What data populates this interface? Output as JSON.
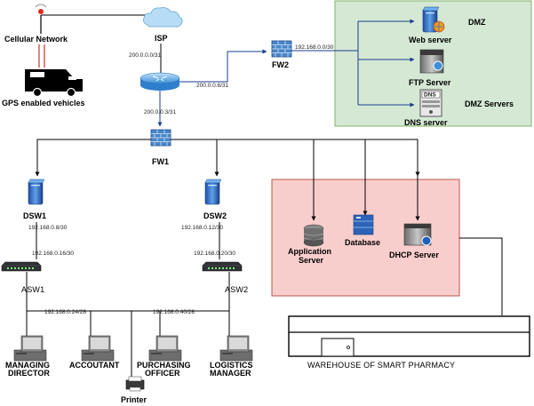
{
  "zones": {
    "dmz_title": "DMZ",
    "dmz_servers_title": "DMZ Servers",
    "warehouse_label": "WAREHOUSE OF SMART PHARMACY"
  },
  "nodes": {
    "cellular": "Cellular Network",
    "vehicles": "GPS enabled vehicles",
    "isp": "ISP",
    "fw1": "FW1",
    "fw2": "FW2",
    "web_server": "Web server",
    "ftp_server": "FTP Server",
    "dns_server": "DNS server",
    "dns_badge": "DNS",
    "dsw1": "DSW1",
    "dsw2": "DSW2",
    "asw1": "ASW1",
    "asw2": "ASW2",
    "app_server_1": "Application",
    "app_server_2": "Server",
    "database": "Database",
    "dhcp": "DHCP Server",
    "md_1": "MANAGING",
    "md_2": "DIRECTOR",
    "accountant": "ACCOUTANT",
    "purchasing_1": "PURCHASING",
    "purchasing_2": "OFFICER",
    "logistics_1": "LOGISTICS",
    "logistics_2": "MANAGER",
    "printer": "Printer"
  },
  "links": {
    "isp_router": "200.0.0.0/31",
    "router_fw2": "200.0.0.6/31",
    "router_fw1": "200.0.0.3/31",
    "fw2_dmz": "192.168.0.0/30",
    "fw1_dsw1": "192.168.0.8/30",
    "dsw1_asw1": "192.168.0.16/30",
    "fw1_dsw2": "192.168.0.12/30",
    "dsw2_asw2": "192.168.0.20/30",
    "asw1_lan": "192.168.0.24/28",
    "asw2_lan": "192.168.0.40/28"
  },
  "colors": {
    "dmz_fill": "#d5e8d4",
    "dmz_border": "#82b366",
    "server_zone_fill": "#f8cecc",
    "server_zone_border": "#b85450",
    "link_blue": "#1a3d8f"
  }
}
